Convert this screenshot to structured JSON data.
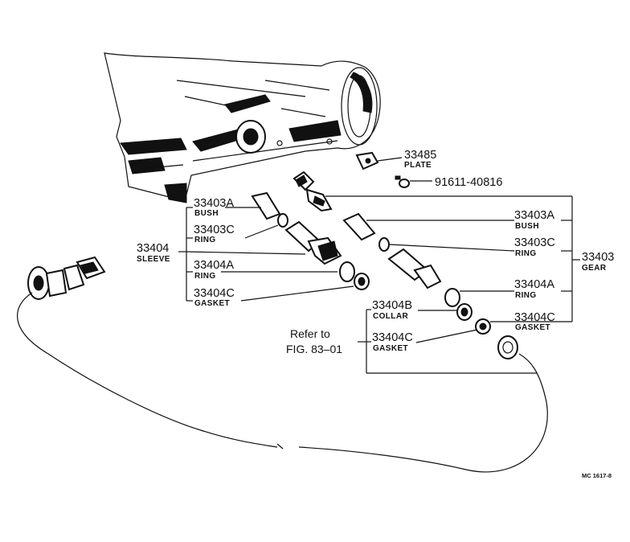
{
  "figure_code": "MC 1617-8",
  "reference": {
    "line1": "Refer to",
    "line2": "FIG. 83–01"
  },
  "labels": {
    "plate": {
      "number": "33485",
      "name": "PLATE"
    },
    "bolt": {
      "number": "91611-40816"
    },
    "sleeve": {
      "number": "33404",
      "name": "SLEEVE"
    },
    "bushL": {
      "number": "33403A",
      "name": "BUSH"
    },
    "ringL": {
      "number": "33403C",
      "name": "RING"
    },
    "ring2L": {
      "number": "33404A",
      "name": "RING"
    },
    "gasketL": {
      "number": "33404C",
      "name": "GASKET"
    },
    "gear": {
      "number": "33403",
      "name": "GEAR"
    },
    "bushR": {
      "number": "33403A",
      "name": "BUSH"
    },
    "ringR": {
      "number": "33403C",
      "name": "RING"
    },
    "ring2R": {
      "number": "33404A",
      "name": "RING"
    },
    "gasketR": {
      "number": "33404C",
      "name": "GASKET"
    },
    "collar": {
      "number": "33404B",
      "name": "COLLAR"
    },
    "gasketB": {
      "number": "33404C",
      "name": "GASKET"
    }
  }
}
